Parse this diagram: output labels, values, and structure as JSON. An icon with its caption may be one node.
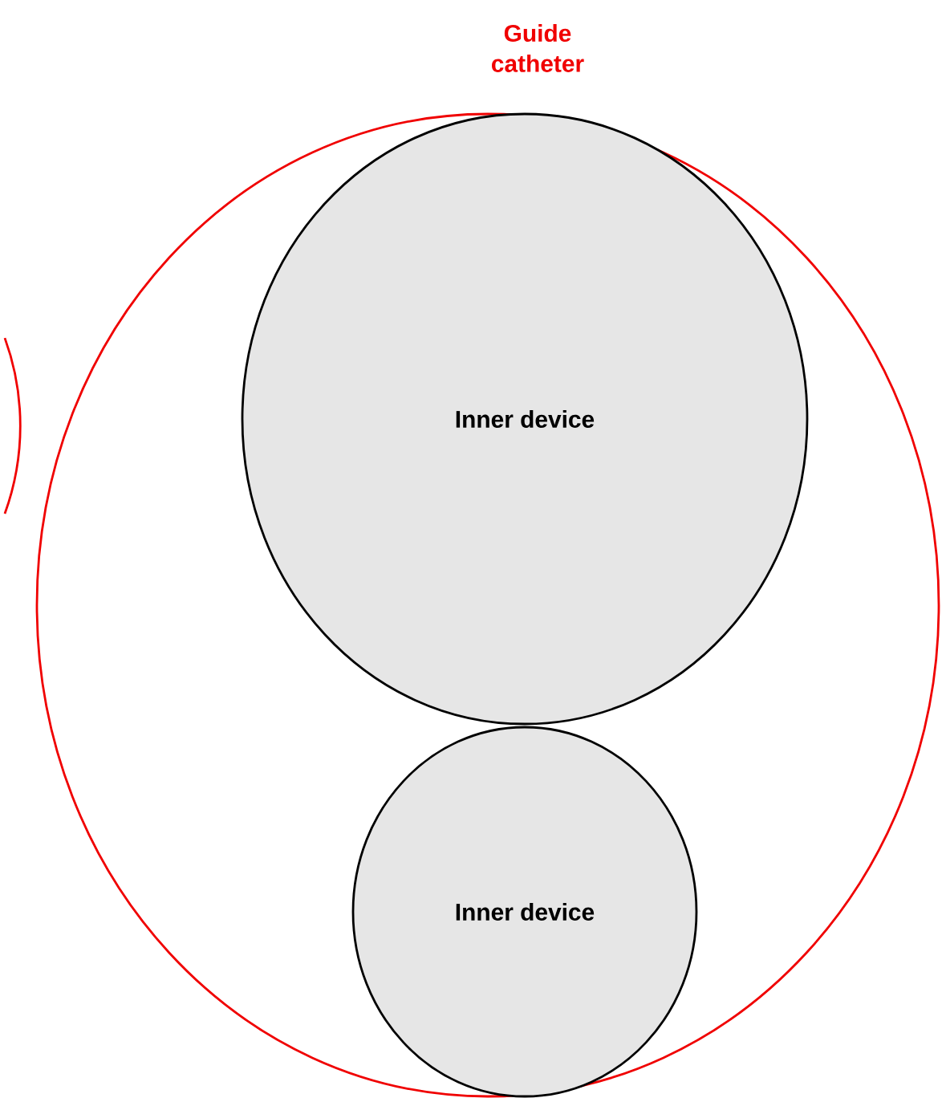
{
  "diagram": {
    "nodes": [
      {
        "text": [
          "Guide catheter"
        ]
      },
      {
        "text": [
          "Inner device"
        ],
        "in": 0
      },
      {
        "text": [
          "Inner device"
        ],
        "in": 0
      }
    ]
  }
}
